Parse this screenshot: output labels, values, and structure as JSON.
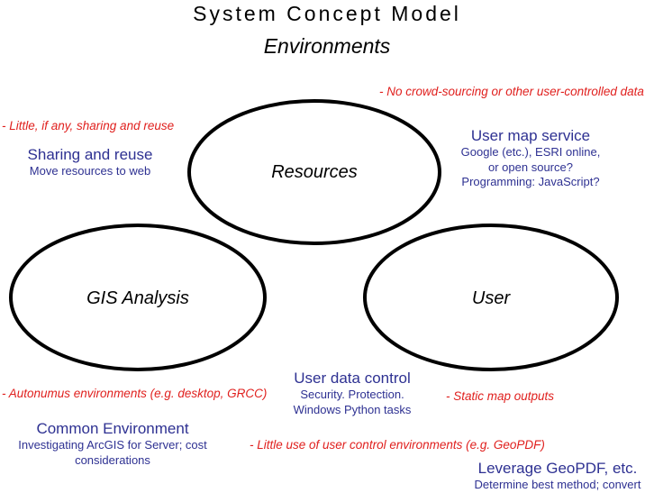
{
  "title": "System Concept Model",
  "subtitle": "Environments",
  "circles": {
    "resources": "Resources",
    "gis": "GIS Analysis",
    "user": "User"
  },
  "notes": {
    "no_crowd": "- No crowd-sourcing or other user-controlled data",
    "little_sharing": "- Little, if any, sharing and reuse",
    "autonomous": "- Autonumus environments (e.g. desktop, GRCC)",
    "static_map": "- Static map outputs",
    "little_user_control": "- Little use of user control environments (e.g. GeoPDF)"
  },
  "topics": {
    "sharing": {
      "heading": "Sharing and reuse",
      "lines": [
        "Move resources to web"
      ]
    },
    "user_map_service": {
      "heading": "User map service",
      "lines": [
        "Google (etc.), ESRI online,",
        "or open source?",
        "Programming: JavaScript?"
      ]
    },
    "user_data_control": {
      "heading": "User data control",
      "lines": [
        "Security.  Protection.",
        "Windows Python tasks"
      ]
    },
    "common_env": {
      "heading": "Common Environment",
      "lines": [
        "Investigating ArcGIS for Server; cost",
        "considerations"
      ]
    },
    "geopdf": {
      "heading": "Leverage GeoPDF, etc.",
      "lines": [
        "Determine best method; convert"
      ]
    }
  },
  "colors": {
    "note_red": "#e0201e",
    "topic_blue": "#2e3192",
    "outline": "#000000"
  }
}
